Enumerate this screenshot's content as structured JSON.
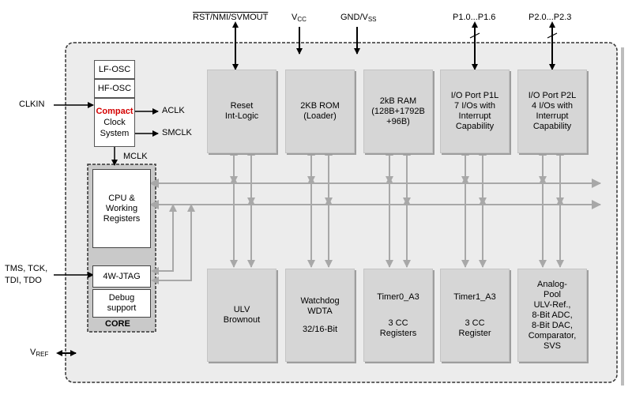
{
  "signals_top": {
    "reset": "RST/NMI/SVMOUT",
    "vcc": "V",
    "vcc_sub": "CC",
    "gnd": "GND/V",
    "gnd_sub": "SS",
    "p1": "P1.0...P1.6",
    "p2": "P2.0...P2.3"
  },
  "signals_left": {
    "clkin": "CLKIN",
    "jtag_pins_1": "TMS, TCK,",
    "jtag_pins_2": "TDI, TDO",
    "vref": "V",
    "vref_sub": "REF"
  },
  "clock": {
    "lf_osc": "LF-OSC",
    "hf_osc": "HF-OSC",
    "compact": "Compact",
    "line2": "Clock",
    "line3": "System",
    "aclk": "ACLK",
    "smclk": "SMCLK",
    "mclk": "MCLK"
  },
  "core": {
    "cpu_1": "CPU &",
    "cpu_2": "Working",
    "cpu_3": "Registers",
    "jtag": "4W-JTAG",
    "debug_1": "Debug",
    "debug_2": "support",
    "label": "CORE"
  },
  "top_blocks": {
    "reset_1": "Reset",
    "reset_2": "Int-Logic",
    "rom_1": "2KB ROM",
    "rom_2": "(Loader)",
    "ram_1": "2kB RAM",
    "ram_2": "(128B+1792B",
    "ram_3": "+96B)",
    "io1_1": "I/O Port P1L",
    "io1_2": "7 I/Os with",
    "io1_3": "Interrupt",
    "io1_4": "Capability",
    "io2_1": "I/O Port P2L",
    "io2_2": "4 I/Os with",
    "io2_3": "Interrupt",
    "io2_4": "Capability"
  },
  "bottom_blocks": {
    "ulv_1": "ULV",
    "ulv_2": "Brownout",
    "wd_1": "Watchdog",
    "wd_2": "WDTA",
    "wd_3": "32/16-Bit",
    "t0_1": "Timer0_A3",
    "t0_2": "3 CC",
    "t0_3": "Registers",
    "t1_1": "Timer1_A3",
    "t1_2": "3 CC",
    "t1_3": "Register",
    "ap_1": "Analog-",
    "ap_2": "Pool",
    "ap_3": "ULV-Ref.,",
    "ap_4": "8-Bit ADC,",
    "ap_5": "8-Bit DAC,",
    "ap_6": "Comparator,",
    "ap_7": "SVS"
  },
  "colors": {
    "block_fill": "#d6d6d6",
    "chip_fill": "#ececec",
    "compact_red": "#d40000",
    "bus_gray": "#a8a8a8"
  }
}
